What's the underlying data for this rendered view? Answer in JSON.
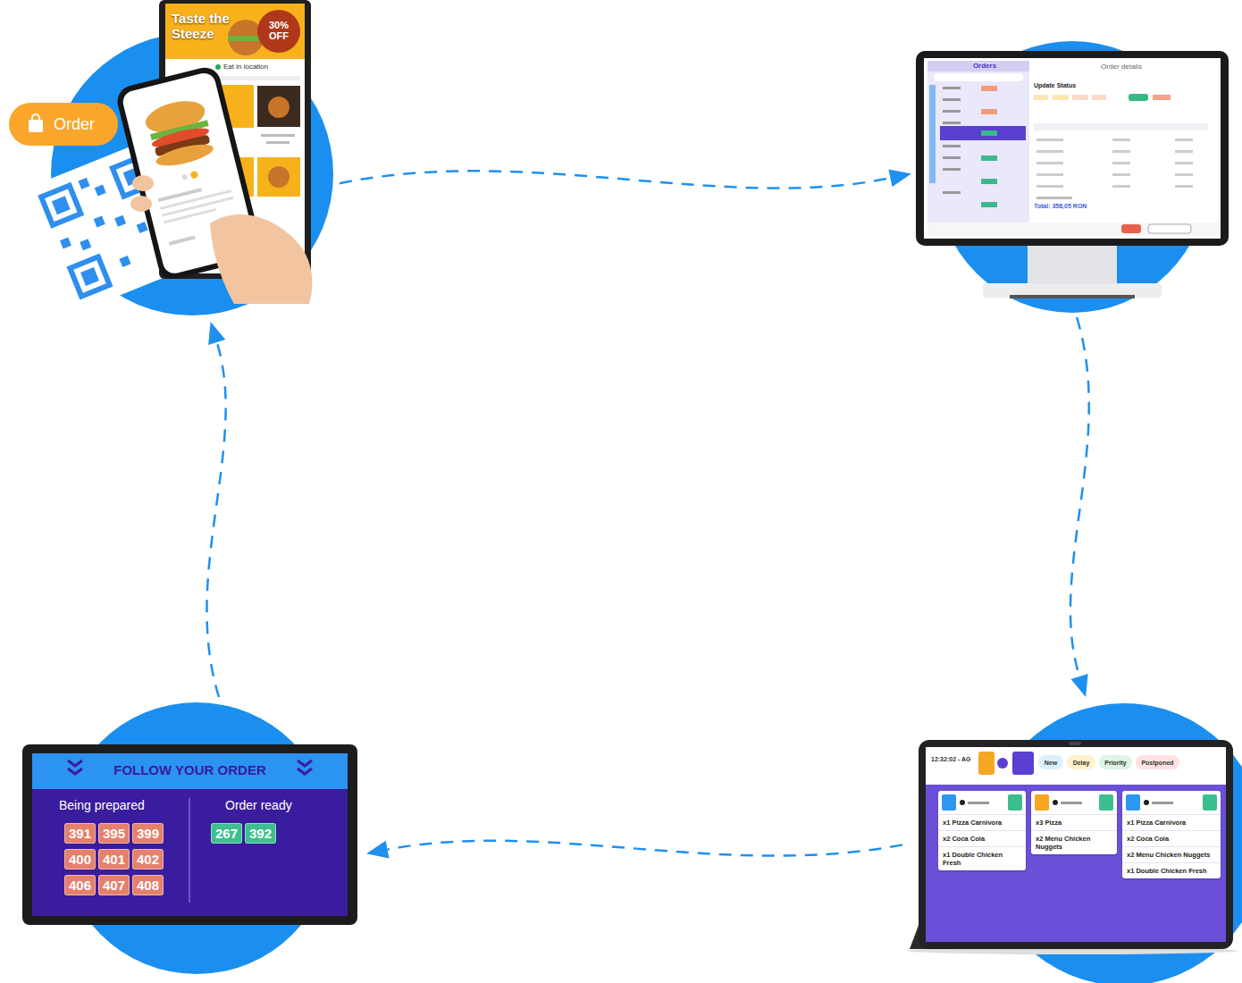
{
  "diagram": {
    "nodes": [
      {
        "text": [
          "Taste the Steeze",
          "Eat in location"
        ]
      },
      {
        "text": [
          "30% OFF"
        ],
        "in": 0
      },
      {
        "text": [
          "Order"
        ],
        "in": 0
      },
      {
        "text": [
          "Orders",
          "Order details",
          "Update Status",
          "Total: 358,05 RON"
        ]
      },
      {
        "text": [
          "FOLLOW YOUR ORDER",
          "Being prepared",
          "Order ready"
        ]
      },
      {
        "text": [
          "391"
        ],
        "in": 4
      },
      {
        "text": [
          "395"
        ],
        "in": 4
      },
      {
        "text": [
          "399"
        ],
        "in": 4
      },
      {
        "text": [
          "400"
        ],
        "in": 4
      },
      {
        "text": [
          "401"
        ],
        "in": 4
      },
      {
        "text": [
          "402"
        ],
        "in": 4
      },
      {
        "text": [
          "406"
        ],
        "in": 4
      },
      {
        "text": [
          "407"
        ],
        "in": 4
      },
      {
        "text": [
          "408"
        ],
        "in": 4
      },
      {
        "text": [
          "267"
        ],
        "in": 4
      },
      {
        "text": [
          "392"
        ],
        "in": 4
      },
      {
        "text": [
          "12:32:02 - AG"
        ]
      },
      {
        "text": [
          "New"
        ],
        "in": 16
      },
      {
        "text": [
          "Delay"
        ],
        "in": 16
      },
      {
        "text": [
          "Priority"
        ],
        "in": 16
      },
      {
        "text": [
          "Postponed"
        ],
        "in": 16
      },
      {
        "text": [
          "x1 Pizza Carnivora",
          "x2 Coca Cola",
          "x1 Double Chicken Fresh"
        ],
        "in": 16
      },
      {
        "text": [
          "x3 Pizza",
          "x2 Menu Chicken Nuggets"
        ],
        "in": 16
      },
      {
        "text": [
          "x1 Pizza Carnivora",
          "x2 Coca Cola",
          "x2 Menu Chicken Nuggets",
          "x1 Double Chicken Fresh"
        ],
        "in": 16
      }
    ],
    "edges": [
      {
        "from": 0,
        "to": 3,
        "arrow": "to"
      },
      {
        "from": 3,
        "to": 16,
        "arrow": "to"
      },
      {
        "from": 16,
        "to": 4,
        "arrow": "to"
      },
      {
        "from": 4,
        "to": 0,
        "arrow": "to"
      }
    ]
  }
}
